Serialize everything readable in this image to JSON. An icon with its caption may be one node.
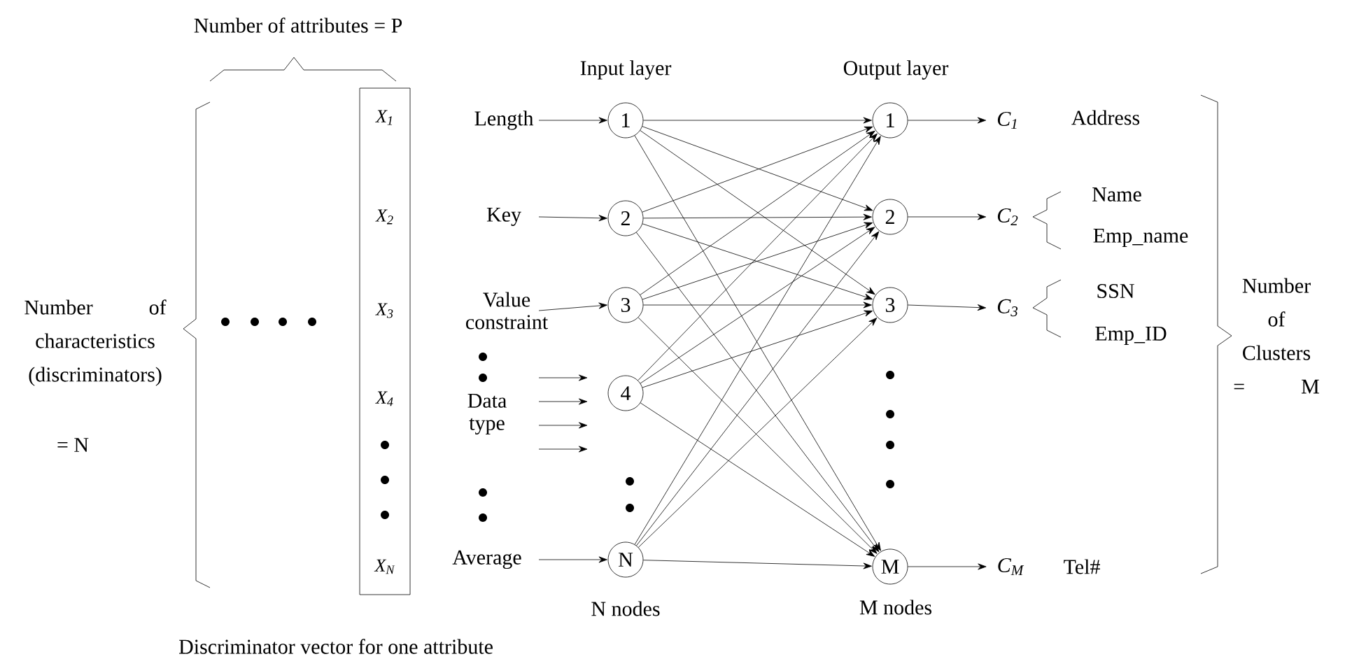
{
  "diagram": {
    "nodes": [
      {
        "text": [
          "X$_{1}$",
          "X$_{2}$",
          "X$_{3}$",
          "X$_{4}$",
          "X$_{N}$"
        ]
      },
      {
        "text": [
          "Length"
        ]
      },
      {
        "text": [
          "Key"
        ]
      },
      {
        "text": [
          "Value constraint"
        ]
      },
      {
        "text": [
          "Data type"
        ]
      },
      {
        "text": [
          "Average"
        ]
      },
      {
        "text": [
          "1"
        ],
        "beside": [
          "Input layer"
        ]
      },
      {
        "text": [
          "2"
        ]
      },
      {
        "text": [
          "3"
        ]
      },
      {
        "text": [
          "4"
        ]
      },
      {
        "text": [
          "N"
        ],
        "beside": [
          "N nodes"
        ]
      },
      {
        "text": [
          "1"
        ],
        "beside": [
          "Output layer"
        ]
      },
      {
        "text": [
          "2"
        ]
      },
      {
        "text": [
          "3"
        ]
      },
      {
        "text": [
          "M"
        ],
        "beside": [
          "M nodes"
        ]
      },
      {
        "text": [
          "C$_{1}$"
        ]
      },
      {
        "text": [
          "C$_{2}$"
        ]
      },
      {
        "text": [
          "C$_{3}$"
        ]
      },
      {
        "text": [
          "C$_{M}$"
        ]
      }
    ],
    "edges": [
      {
        "from": 1,
        "to": 6,
        "arrow": "to"
      },
      {
        "from": 2,
        "to": 7,
        "arrow": "to"
      },
      {
        "from": 3,
        "to": 8,
        "arrow": "to"
      },
      {
        "from": 5,
        "to": 10,
        "arrow": "to"
      },
      {
        "from": 6,
        "to": 11,
        "arrow": "to"
      },
      {
        "from": 6,
        "to": 12,
        "arrow": "to"
      },
      {
        "from": 6,
        "to": 13,
        "arrow": "to"
      },
      {
        "from": 6,
        "to": 14,
        "arrow": "to"
      },
      {
        "from": 7,
        "to": 11,
        "arrow": "to"
      },
      {
        "from": 7,
        "to": 12,
        "arrow": "to"
      },
      {
        "from": 7,
        "to": 13,
        "arrow": "to"
      },
      {
        "from": 7,
        "to": 14,
        "arrow": "to"
      },
      {
        "from": 8,
        "to": 11,
        "arrow": "to"
      },
      {
        "from": 8,
        "to": 12,
        "arrow": "to"
      },
      {
        "from": 8,
        "to": 13,
        "arrow": "to"
      },
      {
        "from": 8,
        "to": 14,
        "arrow": "to"
      },
      {
        "from": 9,
        "to": 11,
        "arrow": "to"
      },
      {
        "from": 9,
        "to": 12,
        "arrow": "to"
      },
      {
        "from": 9,
        "to": 13,
        "arrow": "to"
      },
      {
        "from": 9,
        "to": 14,
        "arrow": "to"
      },
      {
        "from": 10,
        "to": 11,
        "arrow": "to"
      },
      {
        "from": 10,
        "to": 12,
        "arrow": "to"
      },
      {
        "from": 10,
        "to": 13,
        "arrow": "to"
      },
      {
        "from": 10,
        "to": 14,
        "arrow": "to"
      },
      {
        "from": 11,
        "to": 15,
        "arrow": "to"
      },
      {
        "from": 12,
        "to": 16,
        "arrow": "to"
      },
      {
        "from": 13,
        "to": 17,
        "arrow": "to"
      },
      {
        "from": 14,
        "to": 18,
        "arrow": "to"
      }
    ],
    "labels": [
      "Number of attributes = P",
      "Address",
      "Name",
      "Emp_name",
      "Number of characteristics (discriminators)",
      "SSN",
      "Number of Clusters = M",
      "Emp_ID",
      "= N",
      "Tel#",
      "Discriminator vector for one attribute"
    ]
  }
}
